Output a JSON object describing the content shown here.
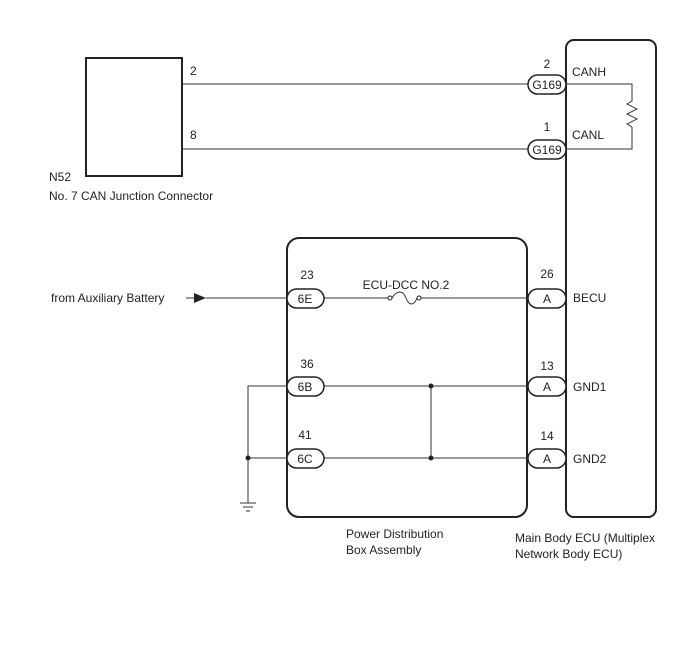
{
  "components": {
    "junction_connector": {
      "code": "N52",
      "name": "No. 7 CAN Junction Connector"
    },
    "power_distribution_box": {
      "name_line1": "Power Distribution",
      "name_line2": "Box Assembly"
    },
    "main_body_ecu": {
      "name_line1": "Main Body ECU (Multiplex",
      "name_line2": "Network Body ECU)"
    }
  },
  "source_label": "from Auxiliary Battery",
  "fuse": {
    "name": "ECU-DCC NO.2"
  },
  "wires": {
    "canh": {
      "left_pin": "2",
      "connector": "G169",
      "ecu_pin": "2",
      "signal": "CANH"
    },
    "canl": {
      "left_pin": "8",
      "connector": "G169",
      "ecu_pin": "1",
      "signal": "CANL"
    },
    "becu": {
      "pdb_pin": "23",
      "pdb_connector": "6E",
      "ecu_pin": "26",
      "ecu_connector": "A",
      "signal": "BECU"
    },
    "gnd1": {
      "pdb_pin": "36",
      "pdb_connector": "6B",
      "ecu_pin": "13",
      "ecu_connector": "A",
      "signal": "GND1"
    },
    "gnd2": {
      "pdb_pin": "41",
      "pdb_connector": "6C",
      "ecu_pin": "14",
      "ecu_connector": "A",
      "signal": "GND2"
    }
  }
}
